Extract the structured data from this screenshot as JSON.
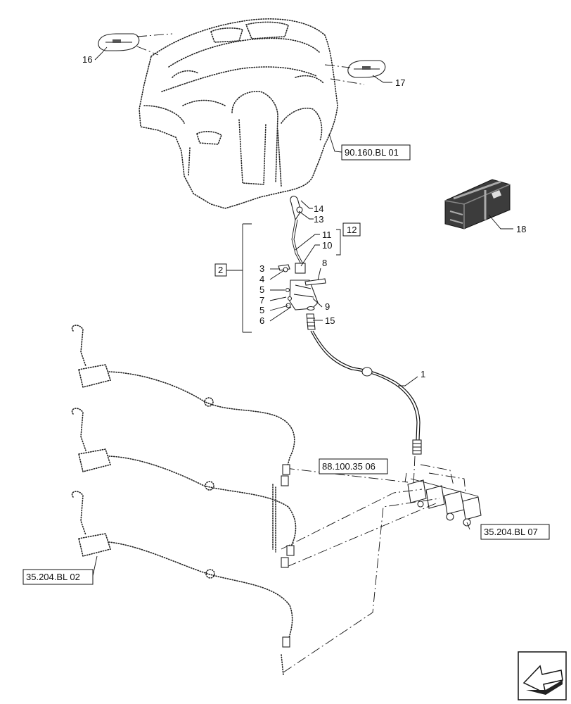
{
  "callouts": {
    "c1": "1",
    "c2": "2",
    "c3": "3",
    "c4": "4",
    "c5a": "5",
    "c5b": "5",
    "c6": "6",
    "c7": "7",
    "c8": "8",
    "c9": "9",
    "c10": "10",
    "c11": "11",
    "c12": "12",
    "c13": "13",
    "c14": "14",
    "c15": "15",
    "c16": "16",
    "c17": "17",
    "c18": "18"
  },
  "references": {
    "ref_90160": "90.160.BL 01",
    "ref_88100": "88.100.35 06",
    "ref_35204_07": "35.204.BL 07",
    "ref_35204_02": "35.204.BL 02"
  },
  "icons": {
    "kit": "kit-crate-icon",
    "nav": "navigation-arrow-icon"
  }
}
